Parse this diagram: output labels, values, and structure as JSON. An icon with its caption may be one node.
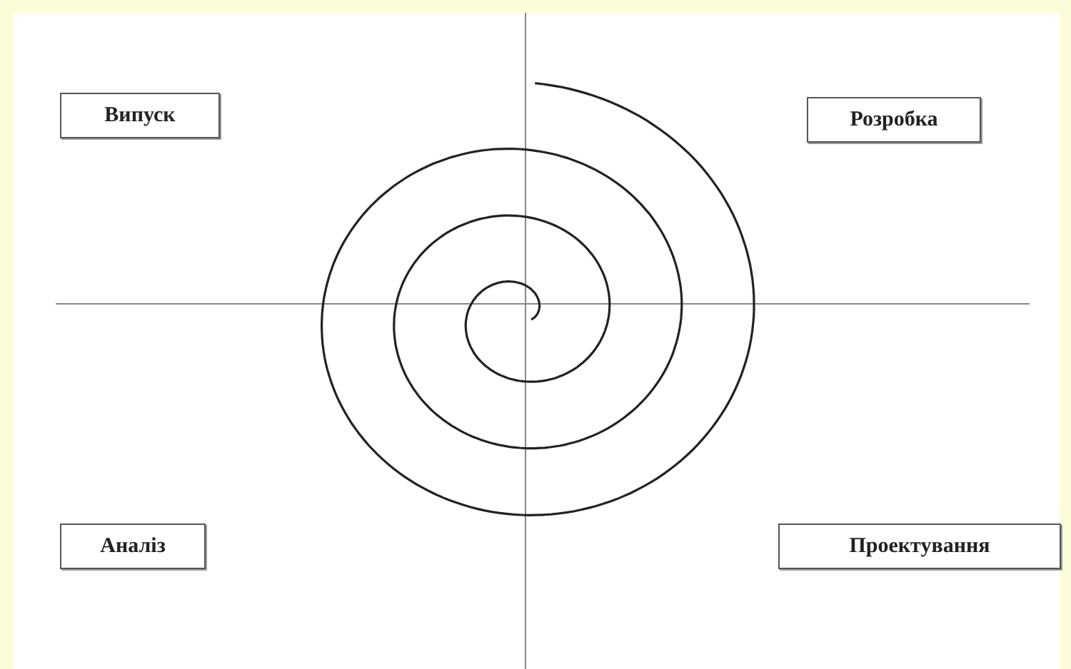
{
  "diagram": {
    "nodes": [
      {
        "text": [
          "Випуск"
        ]
      },
      {
        "text": [
          "Розробка"
        ]
      },
      {
        "text": [
          "Аналіз"
        ]
      },
      {
        "text": [
          "Проектування"
        ]
      }
    ]
  }
}
